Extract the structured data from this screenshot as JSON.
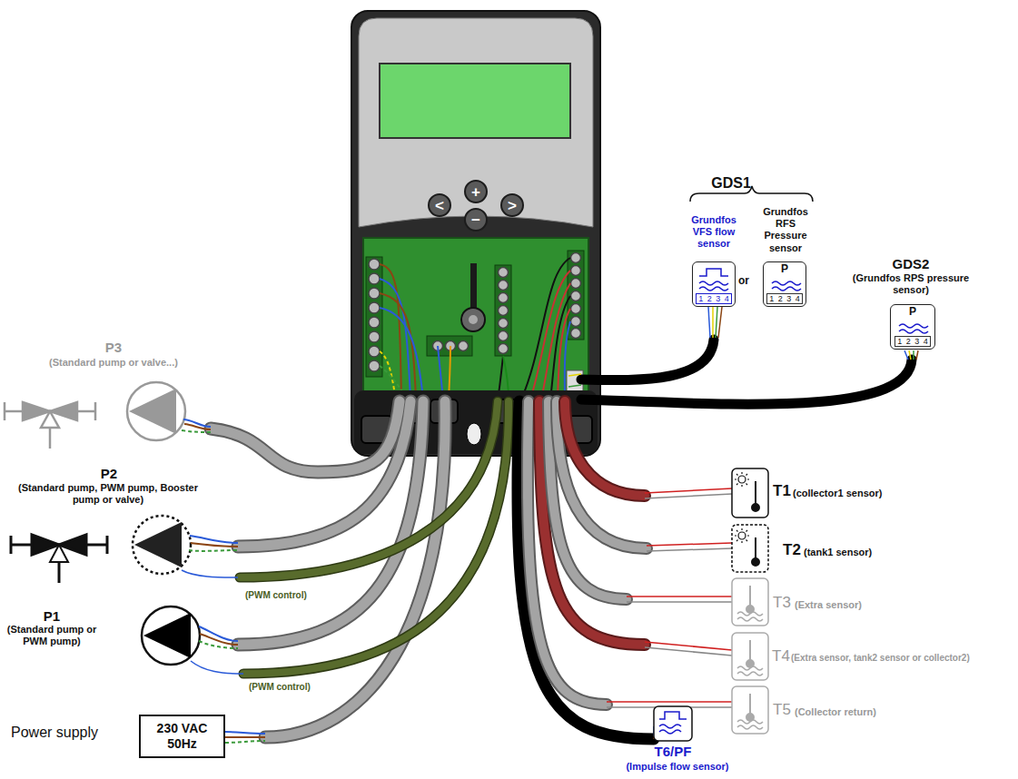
{
  "diagram": {
    "nodes": [
      {
        "text": [
          "+"
        ]
      },
      {
        "text": [
          "<"
        ]
      },
      {
        "text": [
          ">"
        ]
      },
      {
        "text": [
          "−"
        ]
      },
      {
        "text": [
          "1 2 3 4"
        ]
      },
      {
        "text": [
          "P",
          "1 2 3 4"
        ]
      },
      {
        "text": [
          "P",
          "1 2 3 4"
        ]
      },
      {
        "text": [
          "230 VAC 50Hz"
        ]
      }
    ],
    "labels": [
      "GDS1",
      "Grundfos VFS flow sensor",
      "or",
      "Grundfos RFS Pressure sensor",
      "GDS2",
      "(Grundfos RPS pressure sensor)",
      "P3",
      "(Standard pump or valve...)",
      "P2",
      "(Standard pump, PWM pump, Booster pump or valve)",
      "(PWM control)",
      "P1",
      "(Standard pump or PWM pump)",
      "(PWM control)",
      "Power supply",
      "T1",
      "(collector1 sensor)",
      "T2",
      "(tank1 sensor)",
      "T3",
      "(Extra sensor)",
      "T4",
      "(Extra sensor, tank2 sensor or collector2)",
      "T5",
      "(Collector return)",
      "T6/PF",
      "(Impulse flow sensor)"
    ]
  }
}
